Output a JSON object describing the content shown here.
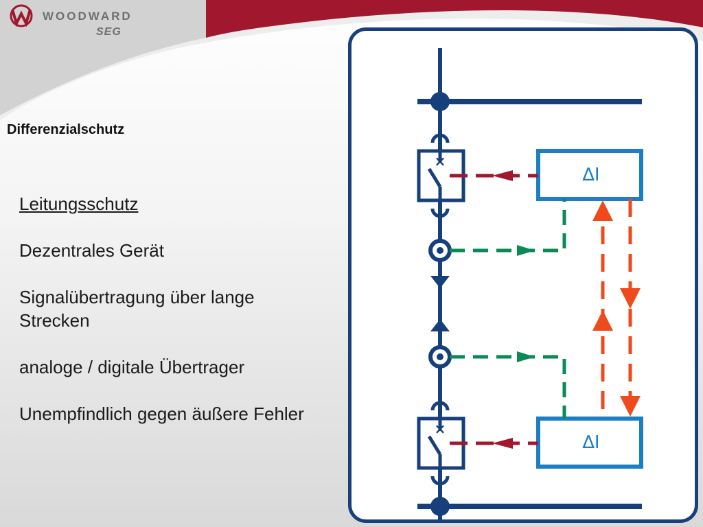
{
  "brand": {
    "name": "WOODWARD",
    "sub": "SEG",
    "colors": {
      "red": "#a0172e",
      "grey": "#6d6e71",
      "blue": "#163f7c",
      "relay": "#1c7fc3",
      "green": "#0a8a55",
      "orange": "#f04a1c"
    }
  },
  "slide": {
    "title": "Differenzialschutz",
    "bullets": [
      "Leitungsschutz",
      "Dezentrales Gerät",
      "Signalübertragung über lange\nStrecken",
      "analoge / digitale Übertrager",
      "Unempfindlich gegen äußere Fehler"
    ]
  },
  "diagram": {
    "relay_top_label": "∆I",
    "relay_bottom_label": "∆I"
  }
}
